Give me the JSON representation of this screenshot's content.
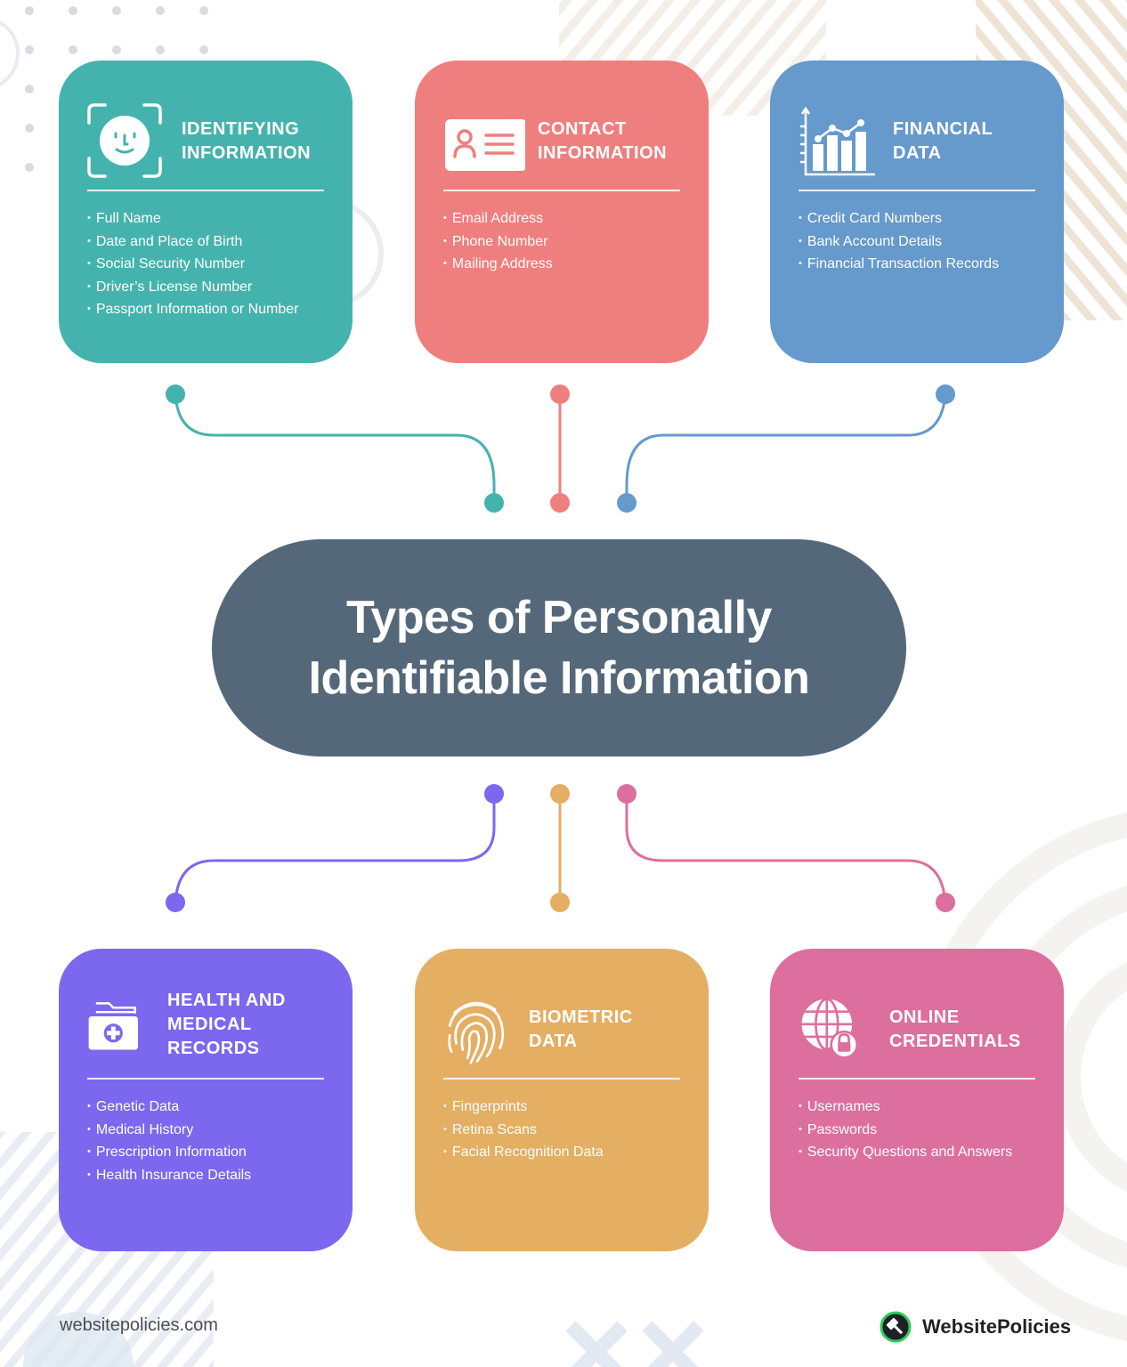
{
  "title": {
    "line1": "Types of Personally",
    "line2": "Identifiable Information",
    "color": "#546879"
  },
  "categories": [
    {
      "id": "identifying",
      "icon": "face-id-icon",
      "title_line1": "IDENTIFYING",
      "title_line2": "INFORMATION",
      "color": "#45b3ad",
      "items": [
        "Full Name",
        "Date and Place of Birth",
        "Social Security Number",
        "Driver’s License Number",
        "Passport Information or Number"
      ]
    },
    {
      "id": "contact",
      "icon": "contact-card-icon",
      "title_line1": "CONTACT",
      "title_line2": "INFORMATION",
      "color": "#ef7f7e",
      "items": [
        "Email Address",
        "Phone Number",
        "Mailing Address"
      ]
    },
    {
      "id": "financial",
      "icon": "bar-chart-icon",
      "title_line1": "FINANCIAL",
      "title_line2": "DATA",
      "color": "#6699cc",
      "items": [
        "Credit Card Numbers",
        "Bank Account Details",
        "Financial Transaction Records"
      ]
    },
    {
      "id": "health",
      "icon": "medical-folder-icon",
      "title_line1": "HEALTH AND",
      "title_line2": "MEDICAL",
      "title_line3": "RECORDS",
      "color": "#7b68ee",
      "items": [
        "Genetic Data",
        "Medical History",
        "Prescription Information",
        "Health Insurance Details"
      ]
    },
    {
      "id": "biometric",
      "icon": "fingerprint-icon",
      "title_line1": "BIOMETRIC",
      "title_line2": "DATA",
      "color": "#e4ae63",
      "items": [
        "Fingerprints",
        "Retina Scans",
        "Facial Recognition Data"
      ]
    },
    {
      "id": "online",
      "icon": "globe-lock-icon",
      "title_line1": "ONLINE",
      "title_line2": "CREDENTIALS",
      "color": "#dd6f9e",
      "items": [
        "Usernames",
        "Passwords",
        "Security Questions and Answers"
      ]
    }
  ],
  "footer": {
    "url": "websitepolicies.com",
    "brand": "WebsitePolicies",
    "brand_logo": "gavel-icon",
    "brand_ring_color": "#2ecc5a"
  }
}
